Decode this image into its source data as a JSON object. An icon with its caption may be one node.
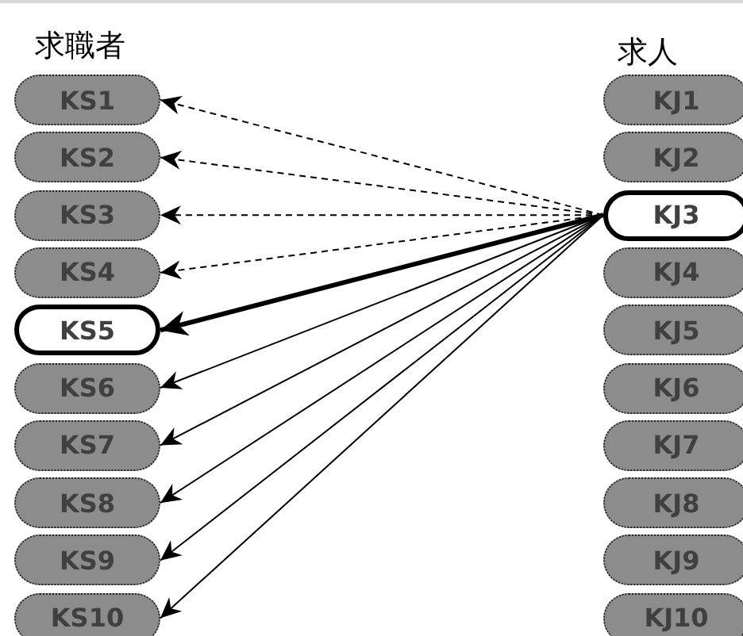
{
  "diagram": {
    "nodes": [
      {
        "text": [
          "KS1"
        ]
      },
      {
        "text": [
          "KS2"
        ]
      },
      {
        "text": [
          "KS3"
        ]
      },
      {
        "text": [
          "KS4"
        ]
      },
      {
        "text": [
          "KS5"
        ]
      },
      {
        "text": [
          "KS6"
        ]
      },
      {
        "text": [
          "KS7"
        ]
      },
      {
        "text": [
          "KS8"
        ]
      },
      {
        "text": [
          "KS9"
        ]
      },
      {
        "text": [
          "KS10"
        ]
      },
      {
        "text": [
          "KJ1"
        ]
      },
      {
        "text": [
          "KJ2"
        ]
      },
      {
        "text": [
          "KJ3"
        ]
      },
      {
        "text": [
          "KJ4"
        ]
      },
      {
        "text": [
          "KJ5"
        ]
      },
      {
        "text": [
          "KJ6"
        ]
      },
      {
        "text": [
          "KJ7"
        ]
      },
      {
        "text": [
          "KJ8"
        ]
      },
      {
        "text": [
          "KJ9"
        ]
      },
      {
        "text": [
          "KJ10"
        ]
      }
    ],
    "edges": [
      {
        "from": 12,
        "to": 0,
        "arrow": "to",
        "style": "dashed"
      },
      {
        "from": 12,
        "to": 1,
        "arrow": "to",
        "style": "dashed"
      },
      {
        "from": 12,
        "to": 2,
        "arrow": "to",
        "style": "dashed"
      },
      {
        "from": 12,
        "to": 3,
        "arrow": "to",
        "style": "dashed"
      },
      {
        "from": 12,
        "to": 4,
        "arrow": "to",
        "style": "thick"
      },
      {
        "from": 12,
        "to": 5,
        "arrow": "to"
      },
      {
        "from": 12,
        "to": 6,
        "arrow": "to"
      },
      {
        "from": 12,
        "to": 7,
        "arrow": "to"
      },
      {
        "from": 12,
        "to": 8,
        "arrow": "to"
      },
      {
        "from": 12,
        "to": 9,
        "arrow": "to"
      }
    ],
    "labels": [
      "求職者",
      "求人"
    ]
  }
}
